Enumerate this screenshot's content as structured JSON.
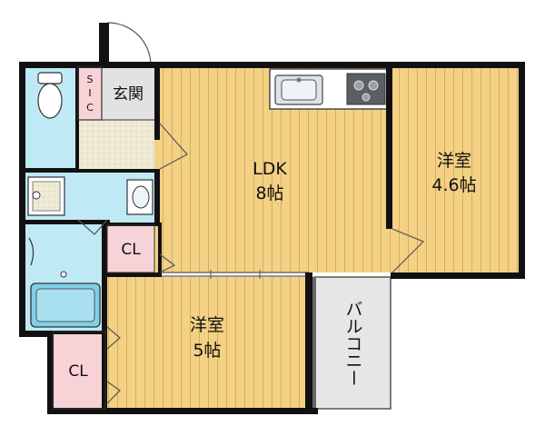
{
  "rooms": {
    "ldk": {
      "name": "LDK",
      "size": "8帖"
    },
    "western_room_1": {
      "name": "洋室",
      "size": "4.6帖"
    },
    "western_room_2": {
      "name": "洋室",
      "size": "5帖"
    },
    "entrance": {
      "name": "玄関"
    },
    "shoe_closet": {
      "line1": "S",
      "line2": "I",
      "line3": "C"
    },
    "closet_1": {
      "name": "CL"
    },
    "closet_2": {
      "name": "CL"
    },
    "balcony": {
      "name": "バルコニー"
    }
  },
  "colors": {
    "wall": "#111111",
    "wood_floor": "#f3d185",
    "wood_grain": "#d9ae5c",
    "wet_area": "#bfe9f5",
    "fixture": "#7fd0e8",
    "closet": "#f7d3d8",
    "balcony": "#e6e6e6",
    "entry_floor": "#e2e2e2"
  }
}
